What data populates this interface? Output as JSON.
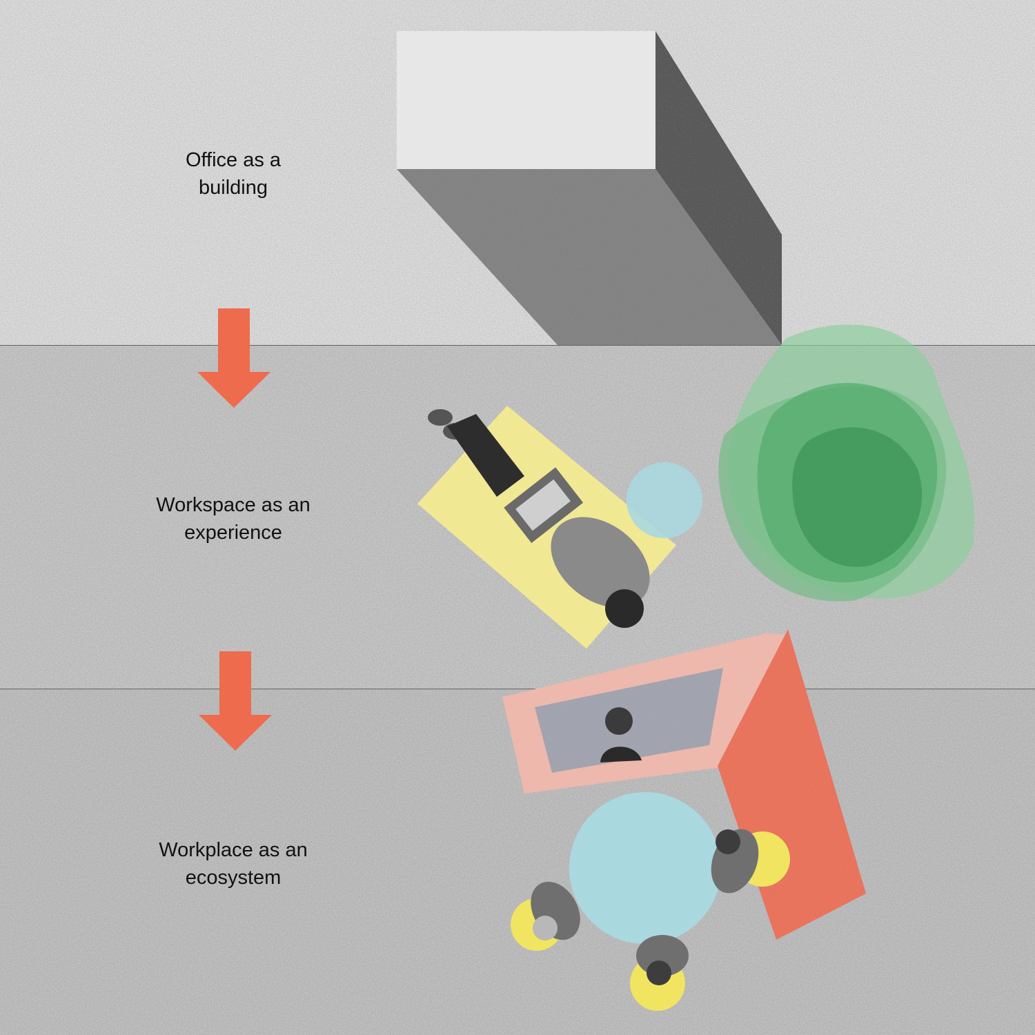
{
  "stages": [
    {
      "line1": "Office as a",
      "line2": "building"
    },
    {
      "line1": "Workspace as an",
      "line2": "experience"
    },
    {
      "line1": "Workplace as an",
      "line2": "ecosystem"
    }
  ],
  "colors": {
    "arrow": "#ee6b4d",
    "band_1": "#e6e6e6",
    "band_2": "#cfcfcf",
    "band_3": "#c9c9c9",
    "yellow": "#f5ea8a",
    "light_blue": "#a9dbe3",
    "green": "#3fa45e",
    "pink": "#f2b4a8",
    "coral": "#ec6b4e"
  },
  "icons": [
    "down-arrow-icon",
    "down-arrow-icon"
  ]
}
